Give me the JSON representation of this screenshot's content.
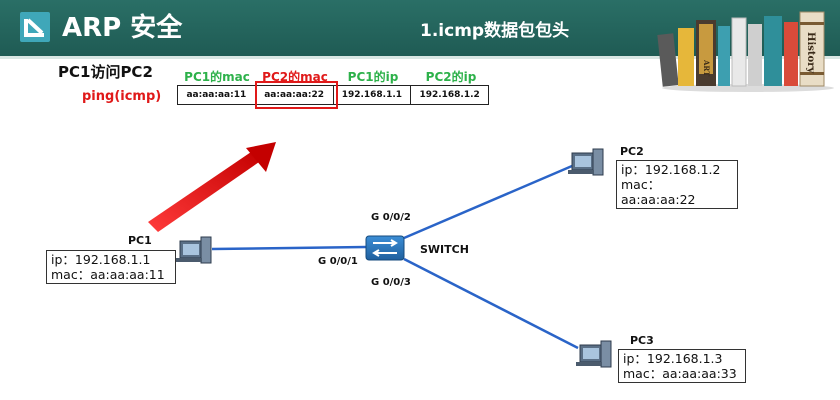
{
  "header": {
    "title": "ARP 安全",
    "subtitle": "1.icmp数据包包头",
    "book_labels": [
      "ART",
      "History"
    ]
  },
  "scenario": {
    "caption": "PC1访问PC2",
    "protocol": "ping(icmp)"
  },
  "packet": {
    "fields": [
      {
        "label": "PC1的mac",
        "value": "aa:aa:aa:11",
        "highlight": false
      },
      {
        "label": "PC2的mac",
        "value": "aa:aa:aa:22",
        "highlight": true
      },
      {
        "label": "PC1的ip",
        "value": "192.168.1.1",
        "highlight": false
      },
      {
        "label": "PC2的ip",
        "value": "192.168.1.2",
        "highlight": false
      }
    ]
  },
  "nodes": {
    "pc1": {
      "name": "PC1",
      "ip": "ip：192.168.1.1",
      "mac": "mac：aa:aa:aa:11"
    },
    "pc2": {
      "name": "PC2",
      "ip": "ip：192.168.1.2",
      "mac": "mac：aa:aa:aa:22"
    },
    "pc3": {
      "name": "PC3",
      "ip": "ip：192.168.1.3",
      "mac": "mac：aa:aa:aa:33"
    },
    "switch": {
      "name": "SWITCH"
    }
  },
  "ports": {
    "g1": "G 0/0/1",
    "g2": "G 0/0/2",
    "g3": "G 0/0/3"
  },
  "colors": {
    "header_bg": "#1f5b54",
    "highlight_red": "#e01919",
    "label_green": "#2db14a",
    "link_blue": "#2a64c8",
    "switch_blue": "#1f6fb5"
  }
}
